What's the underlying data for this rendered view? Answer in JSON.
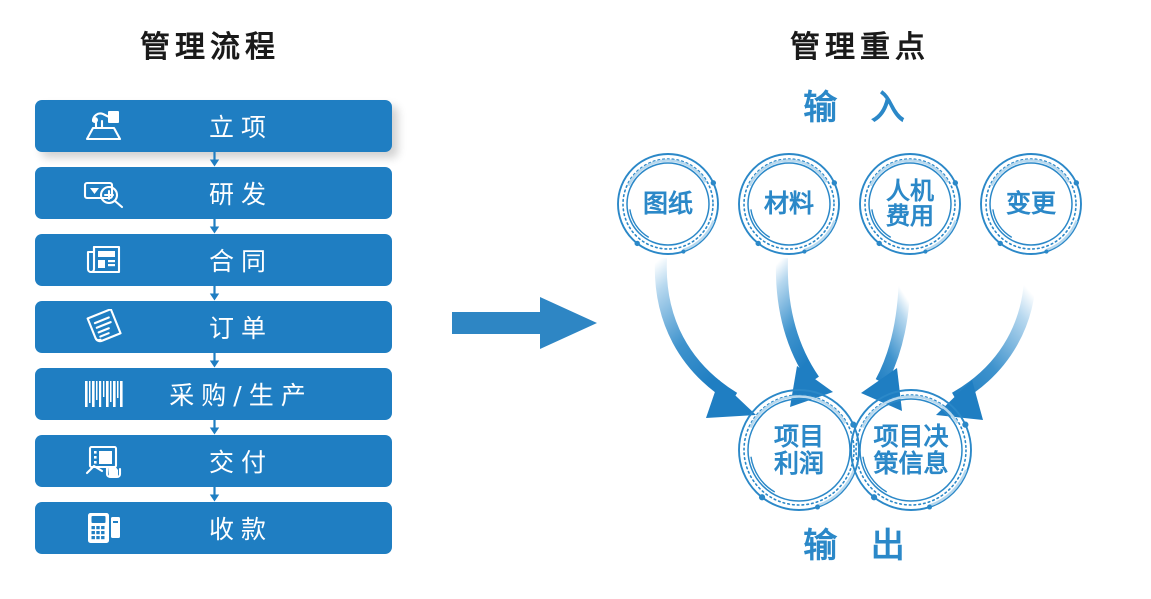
{
  "colors": {
    "box_blue": "#1f7ec2",
    "accent_blue": "#2b88c8",
    "arrow_blue": "#2e86c4",
    "title_black": "#1a1a1a",
    "white": "#ffffff"
  },
  "left_panel": {
    "title": "管理流程",
    "steps": [
      {
        "label": "立项",
        "icon": "stamp-icon"
      },
      {
        "label": "研发",
        "icon": "search-tag-icon"
      },
      {
        "label": "合同",
        "icon": "document-icon"
      },
      {
        "label": "订单",
        "icon": "order-note-icon"
      },
      {
        "label": "采购/生产",
        "icon": "barcode-icon"
      },
      {
        "label": "交付",
        "icon": "handover-icon"
      },
      {
        "label": "收款",
        "icon": "pos-terminal-icon"
      }
    ]
  },
  "middle": {
    "arrow": "right-arrow-icon"
  },
  "right_panel": {
    "title": "管理重点",
    "input_label": "输 入",
    "output_label": "输 出",
    "inputs": [
      {
        "lines": [
          "图纸"
        ]
      },
      {
        "lines": [
          "材料"
        ]
      },
      {
        "lines": [
          "人机",
          "费用"
        ]
      },
      {
        "lines": [
          "变更"
        ]
      }
    ],
    "outputs": [
      {
        "lines": [
          "项目",
          "利润"
        ]
      },
      {
        "lines": [
          "项目决",
          "策信息"
        ]
      }
    ]
  }
}
